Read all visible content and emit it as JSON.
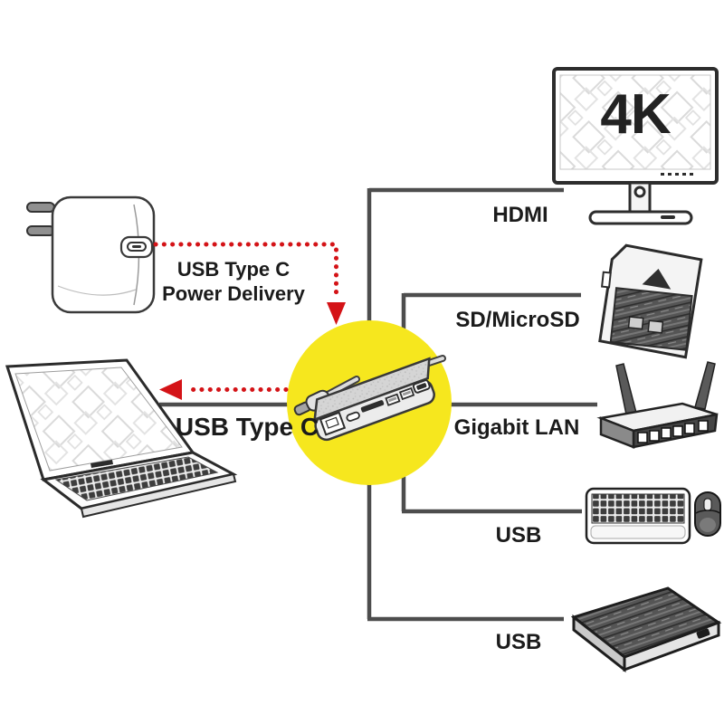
{
  "diagram": {
    "subject": "USB Type C multiport dock connectivity diagram",
    "colors": {
      "highlight_circle": "#f6e71e",
      "connector_line": "#4d4d4d",
      "arrow_red": "#d41317",
      "label_text": "#1b1b1b"
    },
    "power_input": {
      "device": "usb-c-power-adapter",
      "label_line1": "USB Type C",
      "label_line2": "Power Delivery",
      "arrow_style": "red-dotted",
      "arrow_direction": "into-hub"
    },
    "host": {
      "device": "laptop",
      "label": "USB Type C",
      "arrow_style": "red-dotted",
      "arrow_direction": "hub-to-laptop"
    },
    "hub": {
      "device": "usb-c-multiport-hub",
      "ports_shown": [
        "gigabit-lan",
        "usb-c",
        "sd-card-slot",
        "usb-a",
        "usb-a",
        "hdmi"
      ]
    },
    "outputs": [
      {
        "device": "4k-monitor",
        "label": "HDMI",
        "screen_badge": "4K"
      },
      {
        "device": "sd-card",
        "label": "SD/MicroSD"
      },
      {
        "device": "wifi-router",
        "label": "Gigabit LAN"
      },
      {
        "device": "keyboard-and-mouse",
        "label": "USB"
      },
      {
        "device": "external-hard-drive",
        "label": "USB"
      }
    ]
  }
}
